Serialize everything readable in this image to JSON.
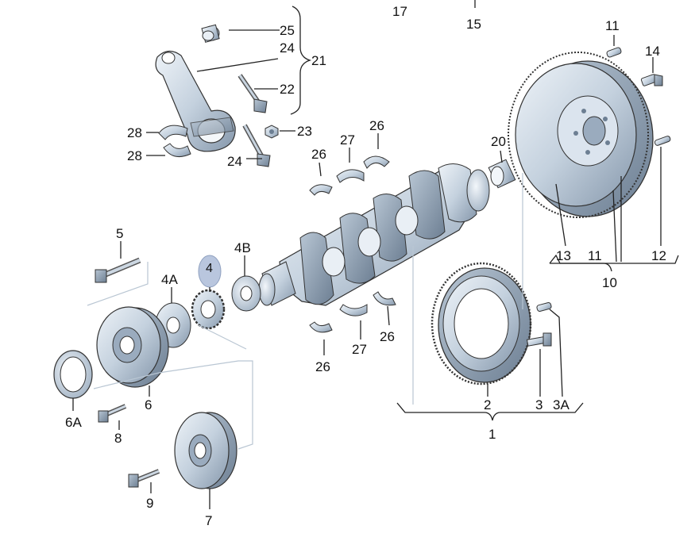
{
  "diagram": {
    "highlight_color": "#b9c6de",
    "part_color_light": "#dde6ef",
    "part_color_mid": "#b6c5d4",
    "part_color_dark": "#8294a8",
    "callouts": {
      "c1": "1",
      "c2": "2",
      "c3": "3",
      "c3A": "3A",
      "c4": "4",
      "c4A": "4A",
      "c4B": "4B",
      "c5": "5",
      "c6": "6",
      "c6A": "6A",
      "c7": "7",
      "c8": "8",
      "c9": "9",
      "c10": "10",
      "c11a": "11",
      "c11b": "11",
      "c12": "12",
      "c13": "13",
      "c14": "14",
      "c15": "15",
      "c17": "17",
      "c20": "20",
      "c21": "21",
      "c22": "22",
      "c23": "23",
      "c24a": "24",
      "c24b": "24",
      "c25": "25",
      "c26a": "26",
      "c26b": "26",
      "c26c": "26",
      "c26d": "26",
      "c27a": "27",
      "c27b": "27",
      "c28a": "28",
      "c28b": "28"
    }
  }
}
